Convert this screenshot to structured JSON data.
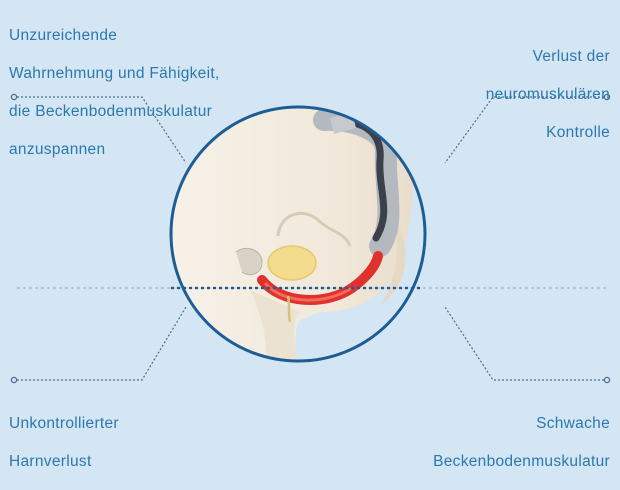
{
  "labels": {
    "top_left": [
      "Unzureichende",
      "Wahrnehmung und Fähigkeit,",
      "die Beckenbodenmuskulatur",
      "anzuspannen"
    ],
    "top_right": [
      "Verlust der",
      "neuromuskulären",
      "Kontrolle"
    ],
    "bottom_left": [
      "Unkontrollierter",
      "Harnverlust"
    ],
    "bottom_right": [
      "Schwache",
      "Beckenbodenmuskulatur"
    ]
  },
  "colors": {
    "background": "#d4e5f4",
    "text": "#2b79ae",
    "circle_outline": "#1e5d94",
    "leader_line": "#4a6e8e",
    "midline_dots": "#1f5a92",
    "pelvic_floor_muscle": "#e0322c",
    "bladder": "#f3dc8d",
    "body_skin": "#f3ece1",
    "spine": "#3c4048"
  }
}
